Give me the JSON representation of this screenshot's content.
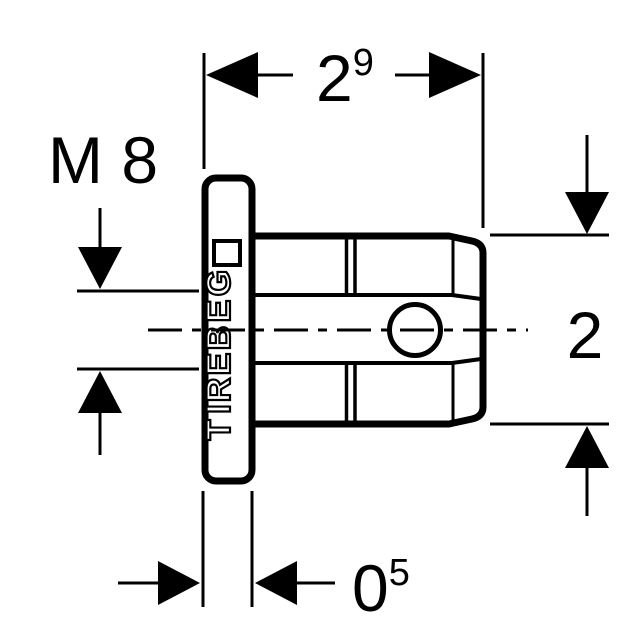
{
  "page": {
    "background": "#ffffff"
  },
  "drawing": {
    "brand": {
      "name": "GEBERIT",
      "letters": [
        "G",
        "E",
        "B",
        "E",
        "R",
        "I",
        "T"
      ]
    },
    "dimensions": {
      "width_top": {
        "value": "2",
        "sup": "9"
      },
      "thread": "M 8",
      "diameter_right": "2",
      "flange_thickness": {
        "value": "0",
        "sup": "5"
      }
    },
    "colors": {
      "line": "#000000",
      "background": "#ffffff"
    }
  }
}
